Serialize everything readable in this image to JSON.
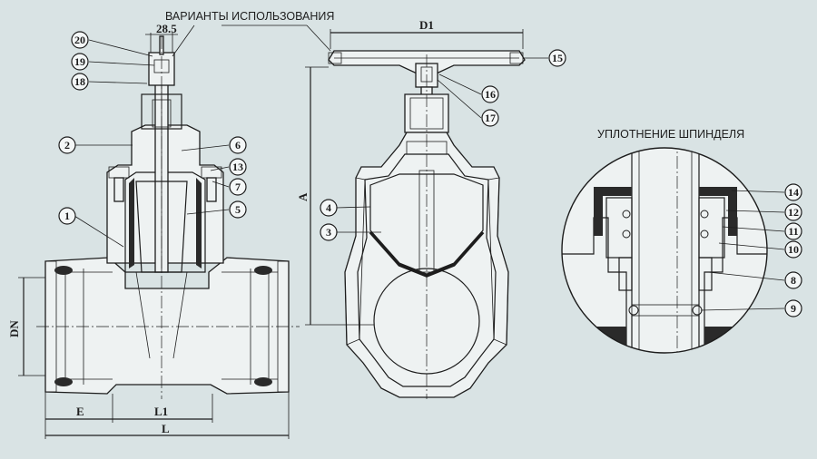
{
  "header": {
    "usage_variants": "ВАРИАНТЫ ИСПОЛЬЗОВАНИЯ"
  },
  "detail": {
    "title": "УПЛОТНЕНИЕ ШПИНДЕЛЯ"
  },
  "dimensions": {
    "stem": "28.5",
    "d1": "D1",
    "a": "A",
    "dn": "DN",
    "e": "E",
    "l1": "L1",
    "l": "L"
  },
  "callouts": [
    "1",
    "2",
    "3",
    "4",
    "5",
    "6",
    "7",
    "8",
    "9",
    "10",
    "11",
    "12",
    "13",
    "14",
    "15",
    "16",
    "17",
    "18",
    "19",
    "20"
  ],
  "colors": {
    "background": "#d9e3e4",
    "line": "#1d1d1d",
    "body_fill": "#eef2f2",
    "seal_fill": "#2a2a2a",
    "wedge_fill": "#c9d2d3"
  }
}
